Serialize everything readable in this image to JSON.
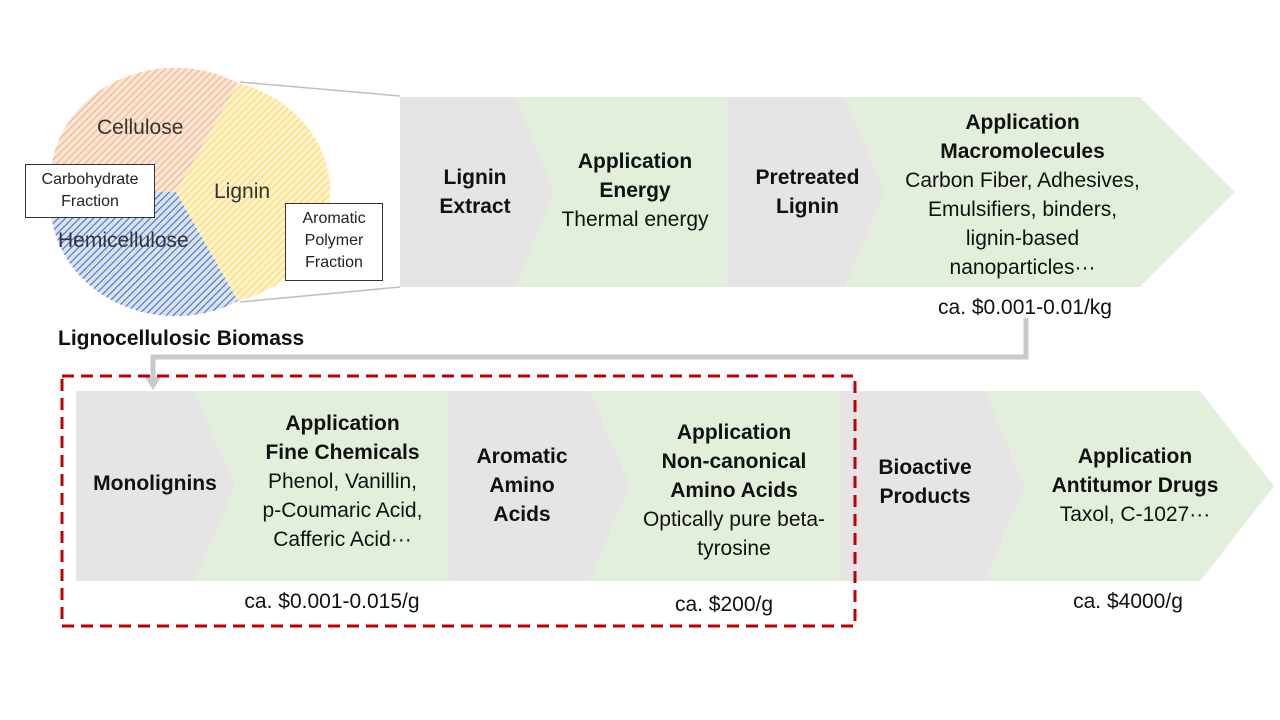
{
  "biomass": {
    "caption": "Lignocellulosic Biomass",
    "slices": [
      "Cellulose",
      "Lignin",
      "Hemicellulose"
    ],
    "carbohydrate_label": [
      "Carbohydrate",
      "Fraction"
    ],
    "aromatic_label": [
      "Aromatic",
      "Polymer",
      "Fraction"
    ]
  },
  "row1": {
    "lignin_extract": [
      "Lignin",
      "Extract"
    ],
    "energy": {
      "title": [
        "Application",
        "Energy"
      ],
      "desc": [
        "Thermal energy"
      ]
    },
    "pretreated": [
      "Pretreated",
      "Lignin"
    ],
    "macro": {
      "title": [
        "Application",
        "Macromolecules"
      ],
      "desc": [
        "Carbon Fiber, Adhesives,",
        "Emulsifiers, binders,",
        "lignin-based",
        "nanoparticles···"
      ]
    },
    "price": "ca. $0.001-0.01/kg"
  },
  "row2": {
    "monolignins": [
      "Monolignins"
    ],
    "fine": {
      "title": [
        "Application",
        "Fine Chemicals"
      ],
      "desc": [
        "Phenol, Vanillin,",
        "p-Coumaric Acid,",
        "Cafferic Acid···"
      ]
    },
    "aromatic_aa": [
      "Aromatic",
      "Amino",
      "Acids"
    ],
    "noncanonical": {
      "title": [
        "Application",
        "Non-canonical",
        "Amino Acids"
      ],
      "desc": [
        "Optically pure beta-",
        "tyrosine"
      ]
    },
    "bioactive": [
      "Bioactive",
      "Products"
    ],
    "antitumor": {
      "title": [
        "Application",
        "Antitumor Drugs"
      ],
      "desc": [
        "Taxol, C-1027···"
      ]
    },
    "prices": [
      "ca. $0.001-0.015/g",
      "ca. $200/g",
      "ca. $4000/g"
    ]
  },
  "colors": {
    "grey": "#E6E4E5",
    "green": "#E2EFDA",
    "cellulose": "#F4B183",
    "lignin": "#FFD966",
    "hemicellulose": "#4472C4",
    "dash": "#C00000"
  }
}
